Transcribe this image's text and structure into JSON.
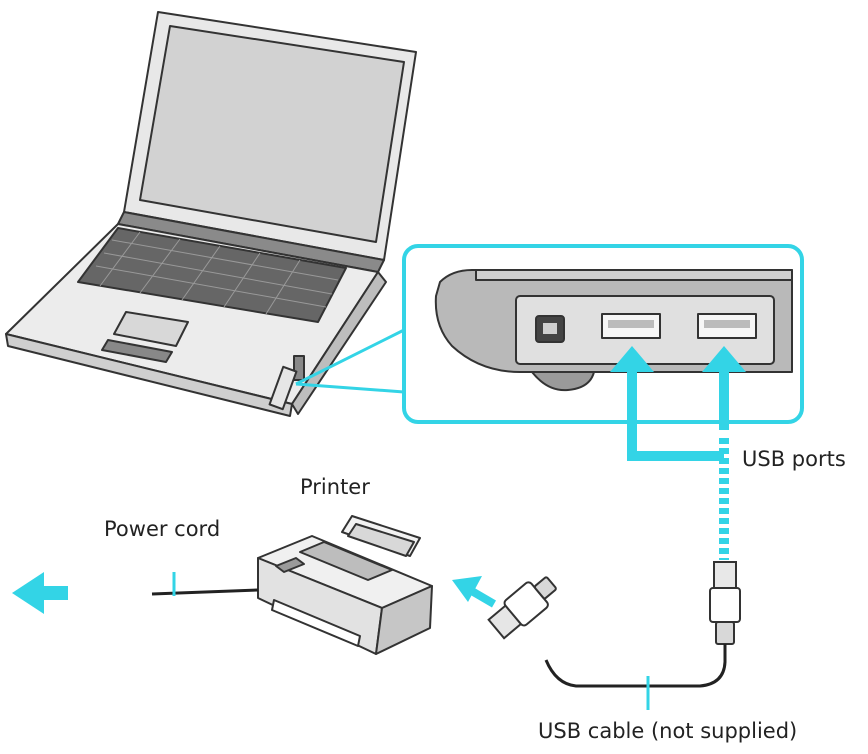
{
  "labels": {
    "usb_ports": "USB ports",
    "printer": "Printer",
    "power_cord": "Power cord",
    "usb_cable": "USB cable (not supplied)"
  },
  "colors": {
    "accent": "#33d4e6",
    "line": "#333333",
    "fill_light": "#f4f4f4",
    "fill_mid": "#bfbfbf",
    "fill_dark": "#555555"
  }
}
